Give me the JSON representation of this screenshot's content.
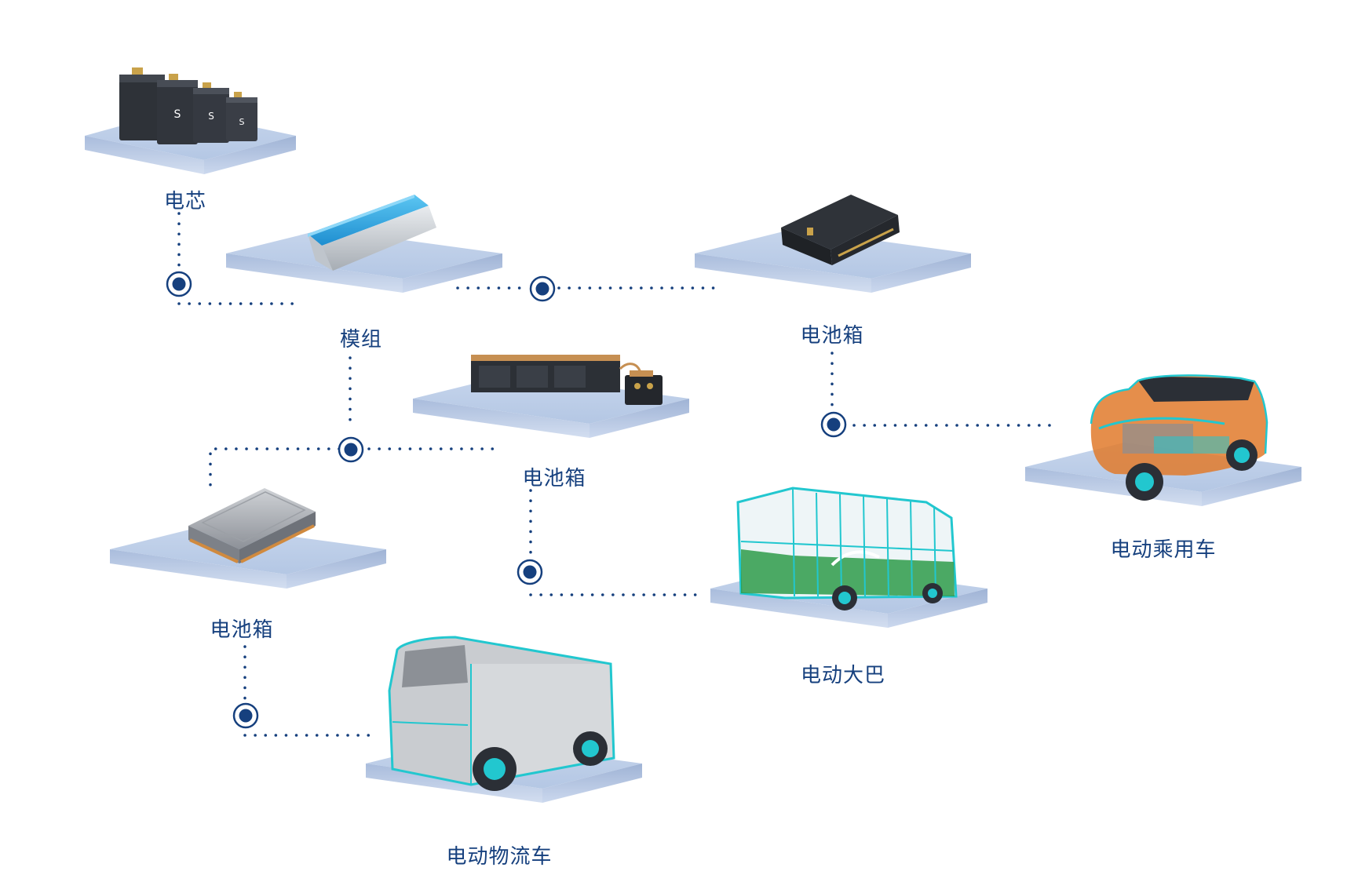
{
  "colors": {
    "label": "#16407e",
    "connector": "#16407e",
    "platform_top": "#bccde6",
    "platform_side": "#9fb4d6",
    "teal_outline": "#22c7cf",
    "battery_dark": "#2b2f36",
    "battery_blue": "#2aa8e6",
    "car_orange": "#e07a2c",
    "bus_green": "#2e9b4a"
  },
  "nodes": [
    {
      "id": "cell",
      "label": "电芯",
      "icon": "battery-cells-icon"
    },
    {
      "id": "module",
      "label": "模组",
      "icon": "battery-module-icon"
    },
    {
      "id": "bms-box",
      "label": "电池箱",
      "icon": "control-box-icon"
    },
    {
      "id": "pack-mid",
      "label": "电池箱",
      "icon": "battery-rack-icon"
    },
    {
      "id": "pack-left",
      "label": "电池箱",
      "icon": "battery-pack-icon"
    },
    {
      "id": "car",
      "label": "电动乘用车",
      "icon": "passenger-car-icon"
    },
    {
      "id": "bus",
      "label": "电动大巴",
      "icon": "bus-icon"
    },
    {
      "id": "truck",
      "label": "电动物流车",
      "icon": "logistics-van-icon"
    }
  ]
}
